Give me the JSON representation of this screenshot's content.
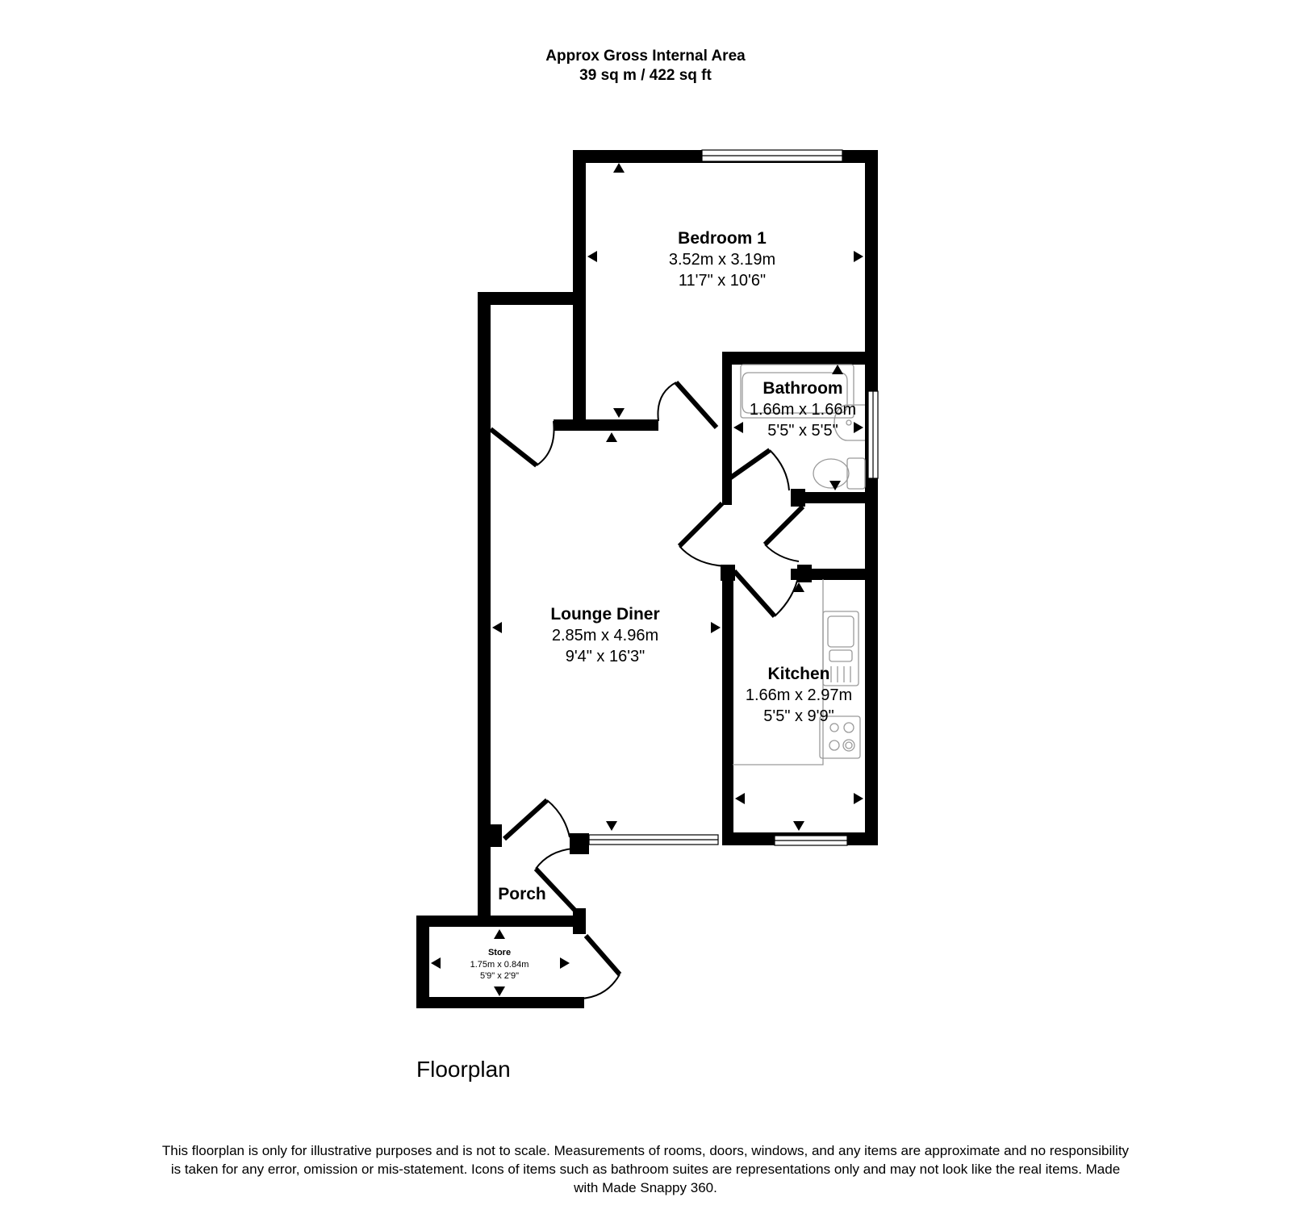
{
  "header": {
    "title": "Approx Gross Internal Area",
    "area": "39 sq m / 422 sq ft"
  },
  "rooms": {
    "bedroom": {
      "name": "Bedroom 1",
      "metric": "3.52m x 3.19m",
      "imperial": "11'7\" x 10'6\""
    },
    "bathroom": {
      "name": "Bathroom",
      "metric": "1.66m x 1.66m",
      "imperial": "5'5\" x 5'5\""
    },
    "lounge": {
      "name": "Lounge Diner",
      "metric": "2.85m x 4.96m",
      "imperial": "9'4\" x 16'3\""
    },
    "kitchen": {
      "name": "Kitchen",
      "metric": "1.66m x 2.97m",
      "imperial": "5'5\" x 9'9\""
    },
    "porch": {
      "name": "Porch"
    },
    "store": {
      "name": "Store",
      "metric": "1.75m x 0.84m",
      "imperial": "5'9\" x 2'9\""
    }
  },
  "floor_label": "Floorplan",
  "disclaimer": "This floorplan is only for illustrative purposes and is not to scale. Measurements of rooms, doors, windows, and any items are approximate and no responsibility is taken for any error, omission or mis-statement. Icons of items such as bathroom suites are representations only and may not look like the real items. Made with Made Snappy 360.",
  "colors": {
    "wall": "#000000",
    "fixture": "#9a9a9a",
    "background": "#ffffff"
  }
}
